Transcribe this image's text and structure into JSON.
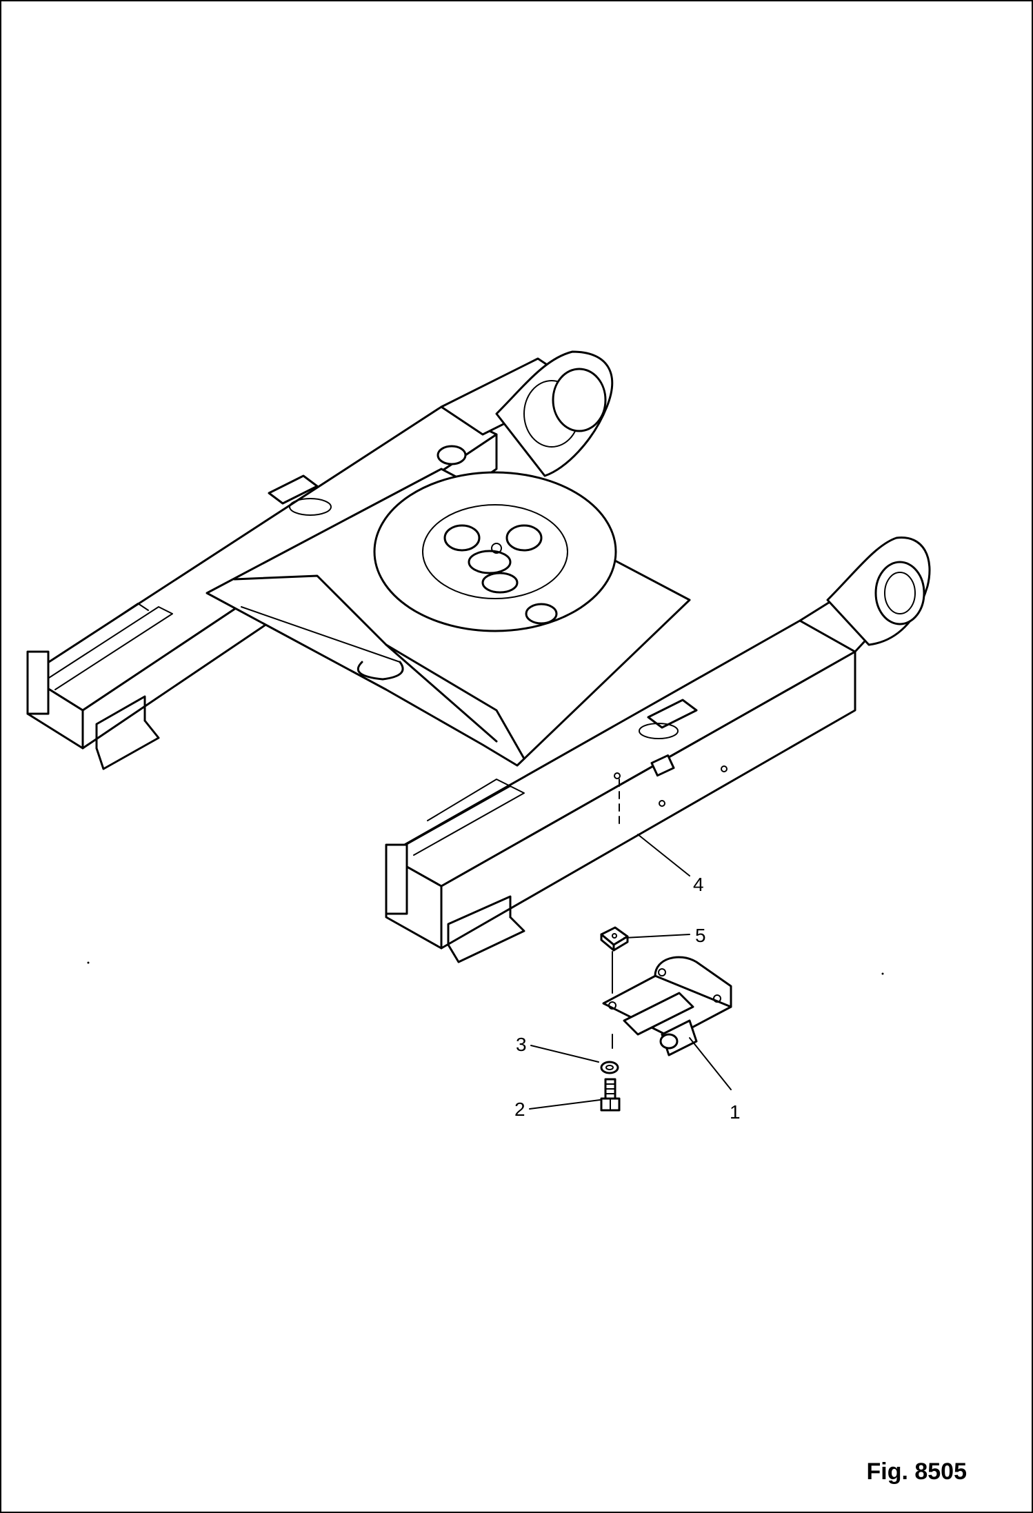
{
  "figure": {
    "label": "Fig. 8505"
  },
  "callouts": [
    {
      "id": "1",
      "text": "1"
    },
    {
      "id": "2",
      "text": "2"
    },
    {
      "id": "3",
      "text": "3"
    },
    {
      "id": "4",
      "text": "4"
    },
    {
      "id": "5",
      "text": "5"
    }
  ]
}
